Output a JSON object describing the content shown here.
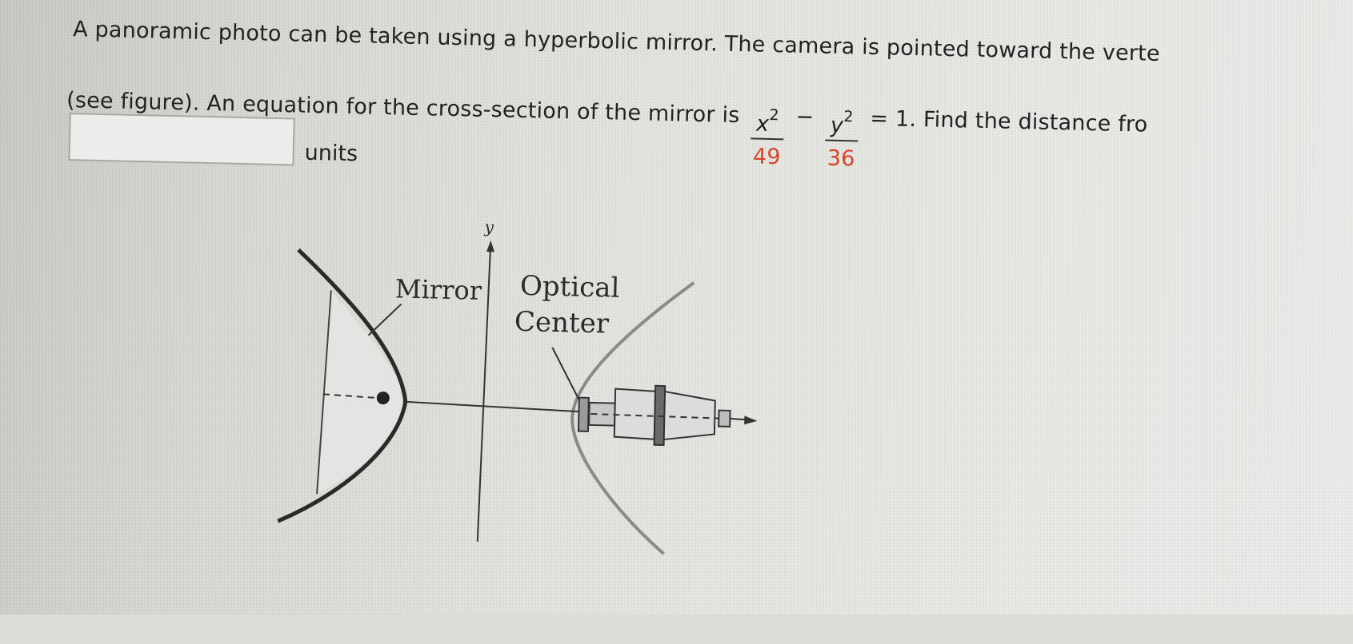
{
  "problem": {
    "line1": "A panoramic photo can be taken using a hyperbolic mirror. The camera is pointed toward the verte",
    "line2_pre": "(see figure). An equation for the cross-section of the mirror is",
    "frac1_num": "x",
    "frac1_exp": "2",
    "frac1_den": "49",
    "minus": "−",
    "frac2_num": "y",
    "frac2_exp": "2",
    "frac2_den": "36",
    "line2_post": "= 1. Find the distance fro"
  },
  "answer": {
    "value": "",
    "units_label": "units"
  },
  "figure": {
    "axis_label": "y",
    "mirror_label": "Mirror",
    "optical_label_1": "Optical",
    "optical_label_2": "Center"
  },
  "colors": {
    "accent_red": "#d9442e",
    "text": "#222222"
  }
}
